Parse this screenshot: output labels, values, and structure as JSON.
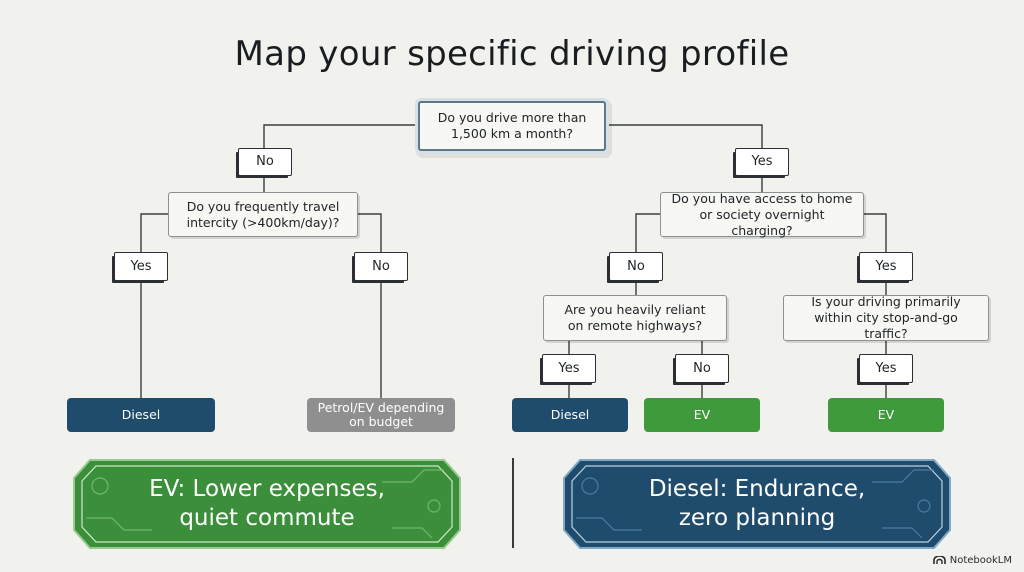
{
  "title": "Map your specific driving profile",
  "questions": {
    "root": "Do you drive more than 1,500 km a month?",
    "intercity": "Do you frequently travel intercity (>400km/day)?",
    "charging": "Do you have access to home or society overnight charging?",
    "highways": "Are you heavily reliant on remote highways?",
    "city": "Is your driving primarily within city stop-and-go traffic?"
  },
  "answers": {
    "root_no": "No",
    "root_yes": "Yes",
    "intercity_yes": "Yes",
    "intercity_no": "No",
    "charging_no": "No",
    "charging_yes": "Yes",
    "highways_yes": "Yes",
    "highways_no": "No",
    "city_yes": "Yes"
  },
  "results": {
    "r1": "Diesel",
    "r2": "Petrol/EV depending on budget",
    "r3": "Diesel",
    "r4": "EV",
    "r5": "EV"
  },
  "banners": {
    "ev": "EV: Lower expenses, quiet commute",
    "diesel": "Diesel: Endurance, zero planning"
  },
  "brand": "NotebookLM",
  "colors": {
    "diesel": "#1f4b6c",
    "ev": "#3f9a3c",
    "neutral": "#8f8f8f"
  }
}
